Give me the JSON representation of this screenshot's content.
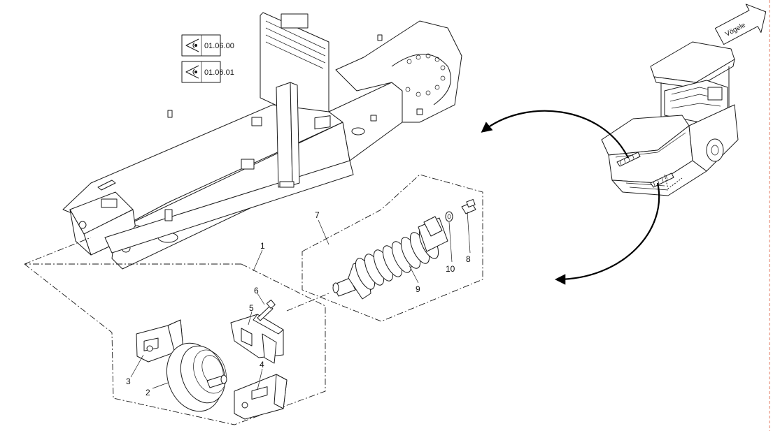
{
  "view_refs": [
    {
      "label": "01.06.00"
    },
    {
      "label": "01.06.01"
    }
  ],
  "brand": "Vögele",
  "callouts": {
    "c1": "1",
    "c2": "2",
    "c3": "3",
    "c4": "4",
    "c5": "5",
    "c6": "6",
    "c7": "7",
    "c8": "8",
    "c9": "9",
    "c10": "10"
  },
  "colors": {
    "line": "#1a1a1a",
    "page_border": "#e05a3a",
    "background": "#ffffff"
  }
}
